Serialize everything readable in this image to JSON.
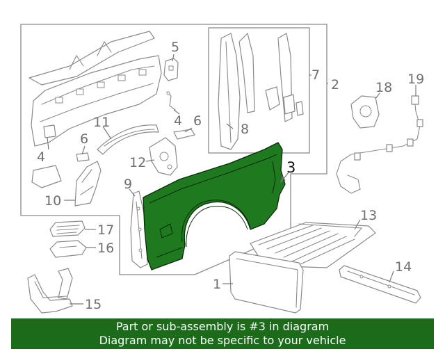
{
  "callouts": {
    "c1": "1",
    "c2": "2",
    "c3": "3",
    "c4a": "4",
    "c4b": "4",
    "c5": "5",
    "c6a": "6",
    "c6b": "6",
    "c7": "7",
    "c8": "8",
    "c9": "9",
    "c10": "10",
    "c11": "11",
    "c12": "12",
    "c13": "13",
    "c14": "14",
    "c15": "15",
    "c16": "16",
    "c17": "17",
    "c18": "18",
    "c19": "19"
  },
  "highlight": {
    "part_number": "3",
    "color": "#1f7a1f"
  },
  "banner": {
    "line1": "Part or sub-assembly is #3 in diagram",
    "line2": "Diagram may not be specific to your vehicle",
    "background": "#1b6b1b"
  }
}
